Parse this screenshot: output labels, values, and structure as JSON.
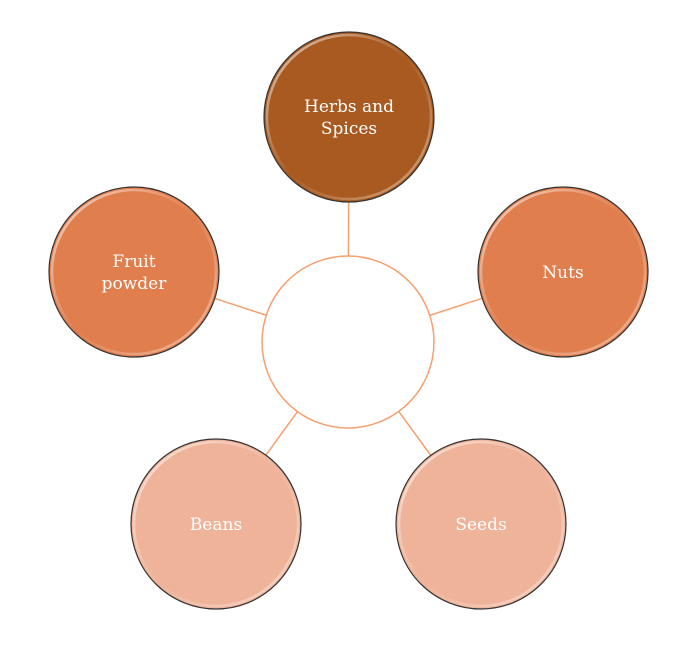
{
  "center": {
    "label": ""
  },
  "nodes": [
    {
      "id": "herbs-and-spices",
      "lines": [
        "Herbs and",
        "Spices"
      ],
      "color": "#A95A20"
    },
    {
      "id": "nuts",
      "lines": [
        "Nuts"
      ],
      "color": "#E07E4E"
    },
    {
      "id": "seeds",
      "lines": [
        "Seeds"
      ],
      "color": "#EFB39A"
    },
    {
      "id": "beans",
      "lines": [
        "Beans"
      ],
      "color": "#EFB39A"
    },
    {
      "id": "fruit-powder",
      "lines": [
        "Fruit",
        "powder"
      ],
      "color": "#E07E4E"
    }
  ],
  "connector_color": "#F4A070"
}
